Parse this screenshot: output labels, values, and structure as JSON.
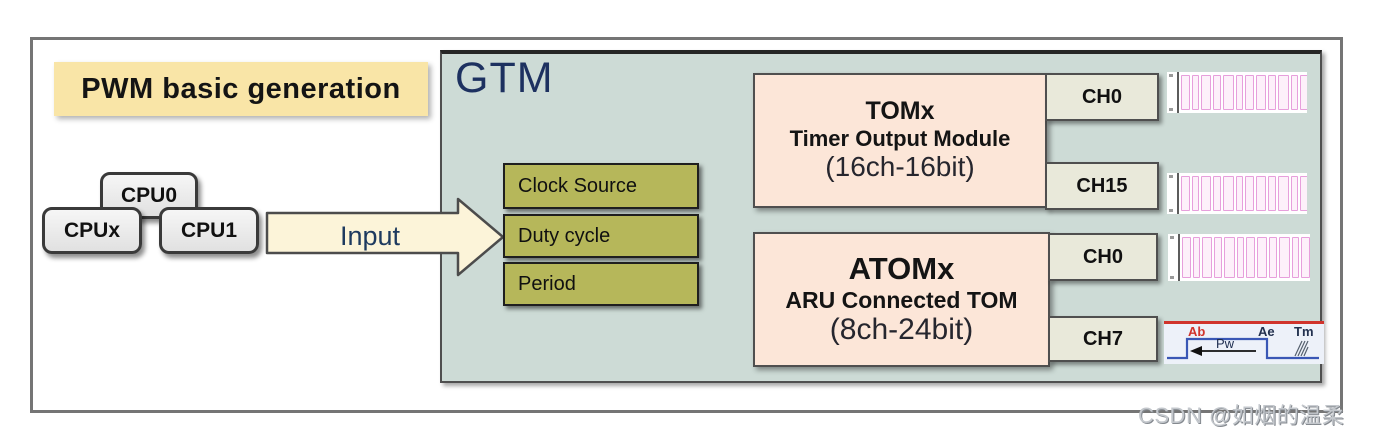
{
  "title": "PWM basic generation",
  "cpu_cluster": {
    "top": "CPU0",
    "bottom_left": "CPUx",
    "bottom_right": "CPU1"
  },
  "input_arrow": {
    "label": "Input"
  },
  "gtm": {
    "label": "GTM",
    "inputs": [
      "Clock Source",
      "Duty cycle",
      "Period"
    ],
    "modules": [
      {
        "name": "TOMx",
        "subtitle": "Timer Output Module",
        "spec": "(16ch-16bit)",
        "channels": [
          "CH0",
          "CH15"
        ]
      },
      {
        "name": "ATOMx",
        "subtitle": "ARU Connected TOM",
        "spec": "(8ch-24bit)",
        "channels": [
          "CH0",
          "CH7"
        ]
      }
    ],
    "pwm_diagram": {
      "ab": "Ab",
      "ae": "Ae",
      "tm": "Tm",
      "pw": "Pw"
    }
  },
  "watermark": "CSDN @如烟的温柔",
  "colors": {
    "title_bg": "#f9e5a7",
    "gtm_bg": "#cddbd6",
    "param_bg": "#b6b75a",
    "module_bg": "#fce6d8",
    "chtab_bg": "#e9e9da",
    "pulse_pink": "#e79fdc",
    "navy_text": "#1d3160",
    "red_marker": "#d0342c",
    "pulse_blue": "#3a57b5"
  }
}
